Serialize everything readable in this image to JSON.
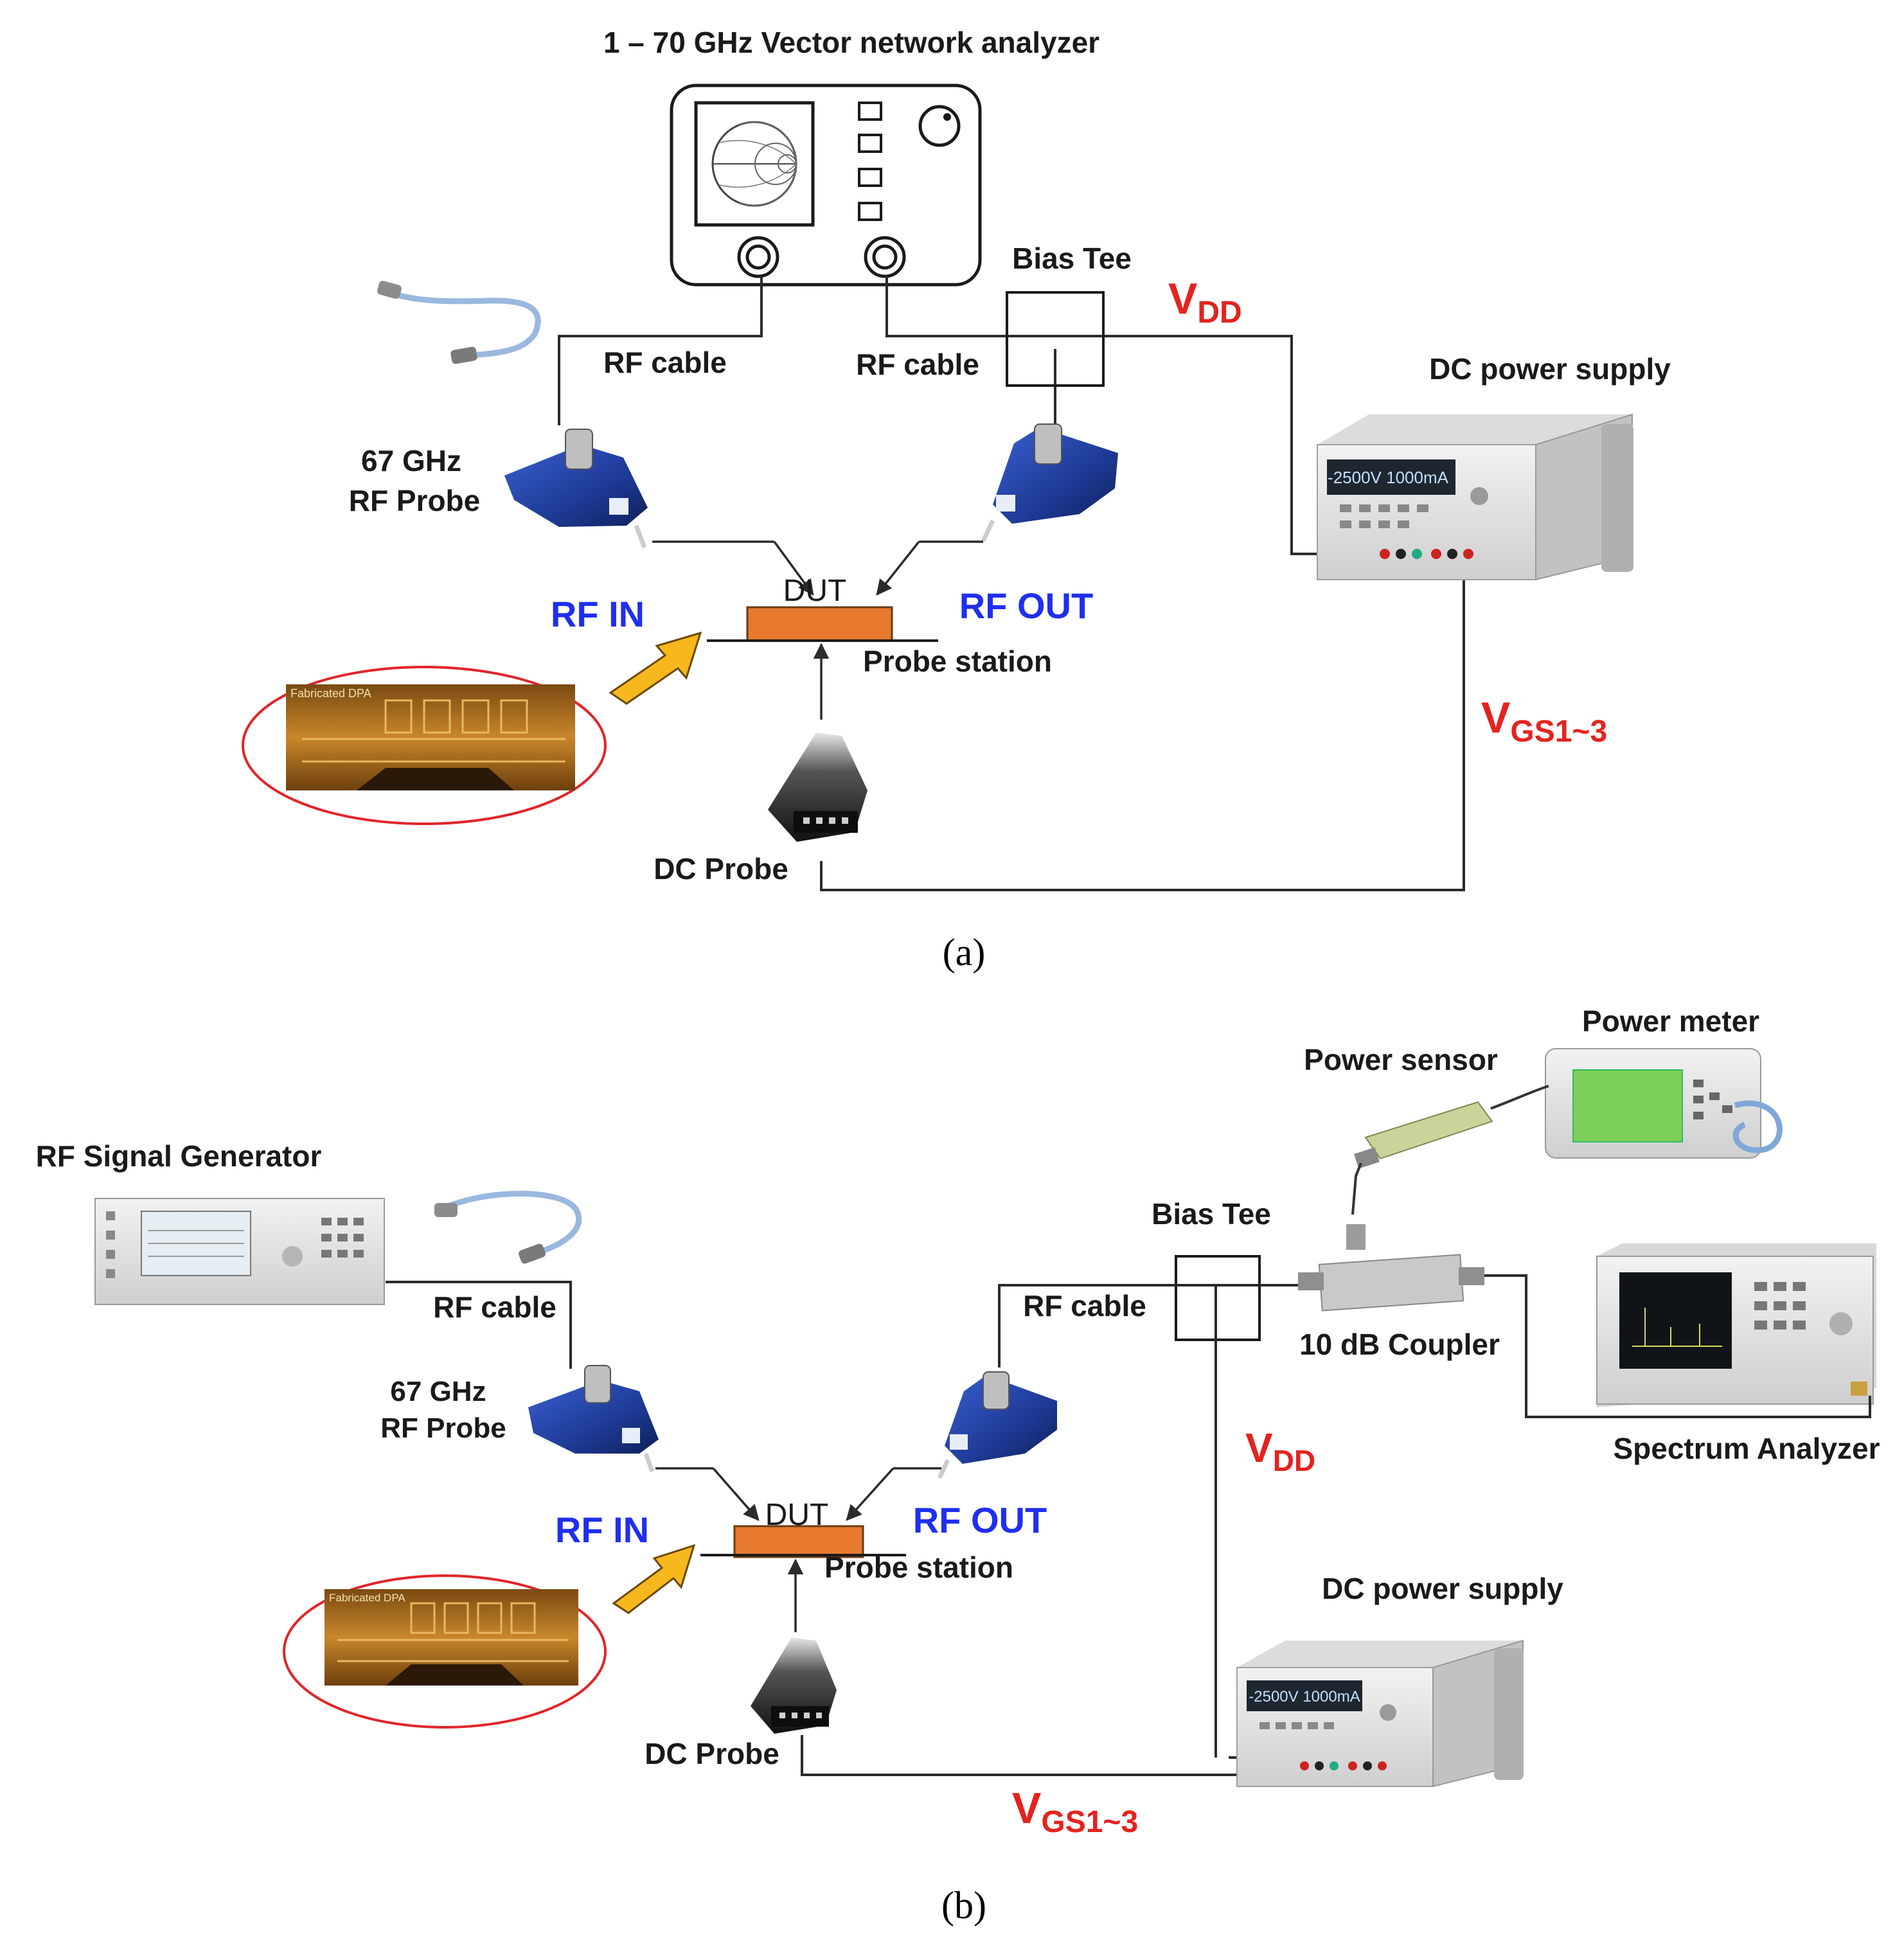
{
  "panel_a": {
    "vna_title": "1 – 70 GHz Vector network analyzer",
    "bias_tee": "Bias Tee",
    "vdd_main": "V",
    "vdd_sub": "DD",
    "rf_cable_left": "RF cable",
    "rf_cable_right": "RF cable",
    "dc_power_supply": "DC power supply",
    "rf_probe_line1": "67 GHz",
    "rf_probe_line2": "RF Probe",
    "dut": "DUT",
    "rf_in": "RF IN",
    "rf_out": "RF OUT",
    "probe_station": "Probe station",
    "vgs_main": "V",
    "vgs_sub": "GS1~3",
    "dc_probe": "DC Probe",
    "chip_label": "Fabricated DPA",
    "caption": "(a)"
  },
  "panel_b": {
    "power_meter": "Power meter",
    "power_sensor": "Power sensor",
    "rf_signal_generator": "RF Signal Generator",
    "bias_tee": "Bias Tee",
    "rf_cable_left": "RF cable",
    "rf_cable_right": "RF cable",
    "coupler": "10 dB Coupler",
    "spectrum_analyzer": "Spectrum Analyzer",
    "rf_probe_line1": "67 GHz",
    "rf_probe_line2": "RF Probe",
    "vdd_main": "V",
    "vdd_sub": "DD",
    "dut": "DUT",
    "rf_in": "RF IN",
    "rf_out": "RF OUT",
    "probe_station": "Probe station",
    "dc_power_supply": "DC power supply",
    "dc_probe": "DC Probe",
    "vgs_main": "V",
    "vgs_sub": "GS1~3",
    "chip_label": "Fabricated DPA",
    "caption": "(b)"
  },
  "colors": {
    "label_text": "#1a1a1a",
    "rf_blue": "#1f2ff0",
    "voltage_red": "#e4231f",
    "dut_orange": "#e87a30",
    "arrow_yellow": "#f6b81c",
    "probe_blue": "#1f3f9f",
    "chip_gold": "#b5741e",
    "ellipse_red": "#e0262a",
    "cable_blue": "#9ab8df"
  },
  "icons": [
    "vector-network-analyzer-icon",
    "rf-cable-icon",
    "rf-probe-icon",
    "dc-probe-icon",
    "dc-power-supply-icon",
    "signal-generator-icon",
    "power-meter-icon",
    "power-sensor-icon",
    "coupler-icon",
    "spectrum-analyzer-icon",
    "chip-photo-icon",
    "input-arrow-icon"
  ]
}
